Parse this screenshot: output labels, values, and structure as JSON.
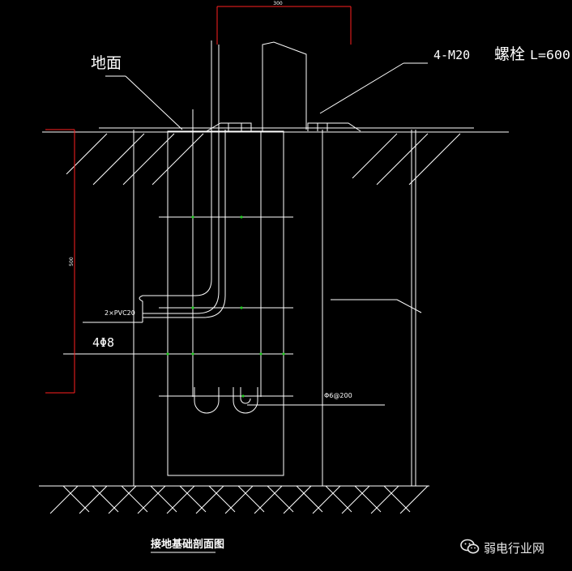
{
  "diagram": {
    "dim_top": "300",
    "dim_left": "500",
    "label_ground": "地面",
    "label_bolt_spec": "4-M20",
    "label_bolt_name": "螺栓",
    "label_bolt_length": "L=600",
    "label_pvc": "2×PVC20",
    "label_rebar_main": "4Φ8",
    "label_stirrup": "Φ6@200",
    "label_right_note": "",
    "title": "接地基础剖面图"
  },
  "watermark": {
    "text": "弱电行业网",
    "icon": "wechat-icon"
  },
  "colors": {
    "line": "#ffffff",
    "dimension": "#ff2020",
    "rebar_dot": "#22cc22",
    "background": "#000000"
  }
}
